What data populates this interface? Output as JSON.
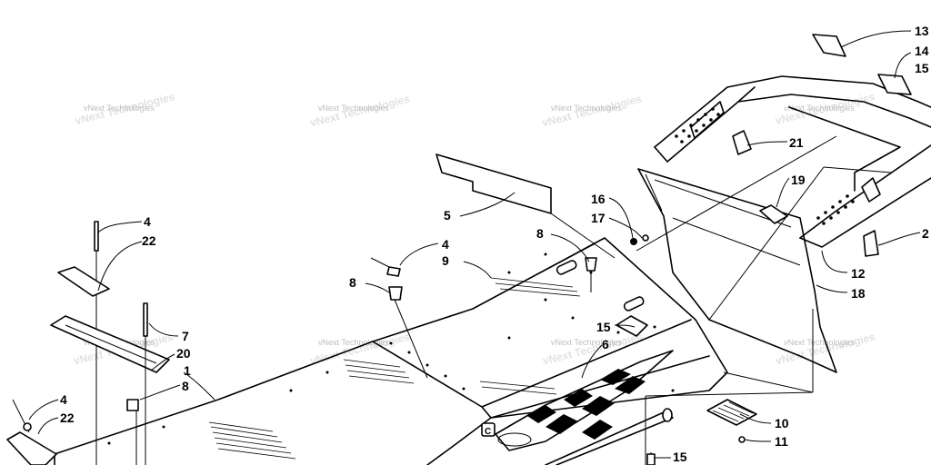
{
  "diagram": {
    "callouts": [
      "13",
      "14",
      "15",
      "21",
      "19",
      "16",
      "17",
      "2",
      "12",
      "18",
      "5",
      "8",
      "4",
      "9",
      "8",
      "15",
      "6",
      "10",
      "11",
      "15",
      "4",
      "22",
      "7",
      "20",
      "1",
      "8",
      "4",
      "22"
    ],
    "watermark": "vNext Technologies"
  }
}
